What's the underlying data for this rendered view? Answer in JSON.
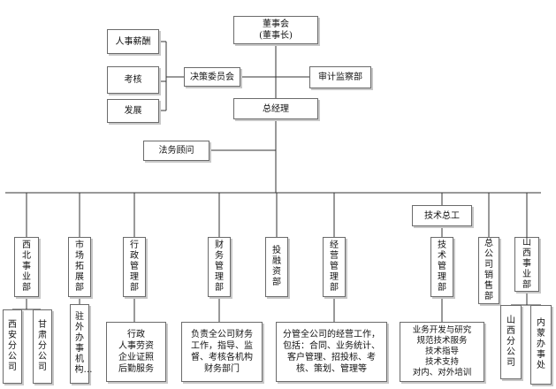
{
  "chart": {
    "board": {
      "line1": "董事会",
      "line2": "(董事长)"
    },
    "hr_pay": "人事薪酬",
    "assess": "考核",
    "develop": "发展",
    "decision": "决策委员会",
    "audit": "审计监察部",
    "gm": "总经理",
    "legal": "法务顾问",
    "tech_chief": "技术总工",
    "depts": {
      "northwest": "西北事业部",
      "market": "市场拓展部",
      "admin": "行政管理部",
      "finance": "财务管理部",
      "investment": "投融资部",
      "operations": "经营管理部",
      "technical": "技术管理部",
      "sales": "总公司销售部",
      "shanxi": "山西事业部"
    },
    "subs": {
      "xian": "西安分公司",
      "gansu": "甘肃分公司",
      "field_office": "驻外办事机构…",
      "admin_desc": "行政\n人事劳资\n企业证照\n后勤服务",
      "finance_desc": "负责全公司财务\n工作，指导、监\n督、考核各机构\n财务部门",
      "ops_desc": "分管全公司的经营工作，\n包括：合同、业务统计、\n客户管理、招投标、考\n核、策划、管理等",
      "tech_desc": "业务开发与研究\n规范技术服务\n技术指导\n技术支持\n对内、对外培训",
      "shanxi_branch": "山西分公司",
      "inner_mongolia": "内蒙办事处"
    }
  }
}
